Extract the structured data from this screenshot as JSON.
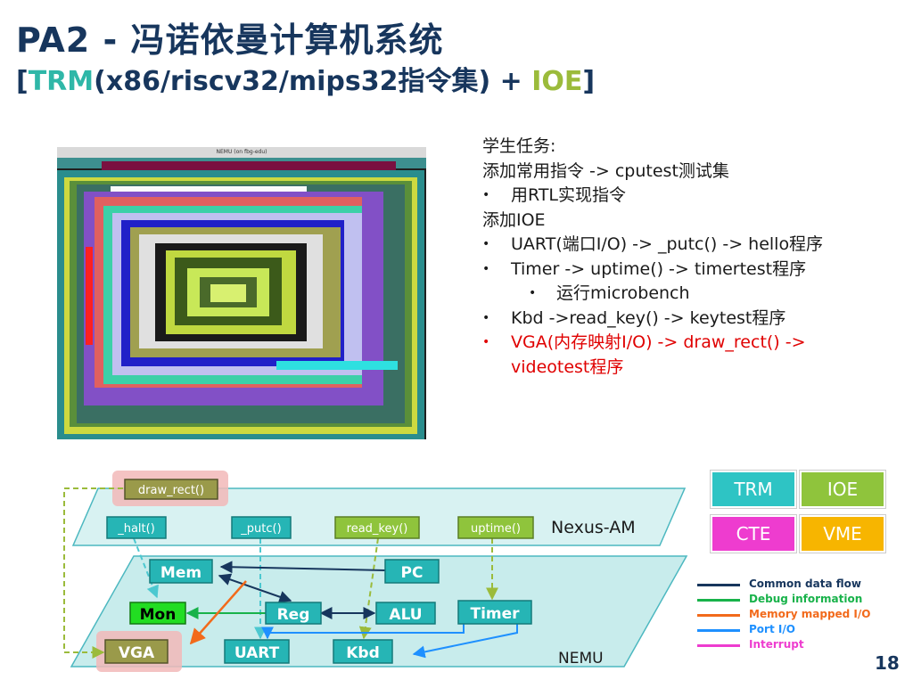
{
  "title": {
    "line1": "PA2 - 冯诺依曼计算机系统",
    "line2_open": "[",
    "line2_trm": "TRM",
    "line2_mid": "(x86/riscv32/mips32指令集) + ",
    "line2_ioe": "IOE",
    "line2_close": "]"
  },
  "screenshot": {
    "window_title": "NEMU (on fbg-edu)"
  },
  "tasks": {
    "heading": "学生任务:",
    "l1": "添加常用指令 -> cputest测试集",
    "l2": "用RTL实现指令",
    "l3": "添加IOE",
    "l4": "UART(端口I/O) -> _putc() -> hello程序",
    "l5": "Timer -> uptime() -> timertest程序",
    "l6": "运行microbench",
    "l7": "Kbd ->read_key() -> keytest程序",
    "l8a": "VGA(内存映射I/O) -> draw_rect() ->",
    "l8b": "videotest程序",
    "bullet": "•"
  },
  "diagram": {
    "nexus_label": "Nexus-AM",
    "nemu_label": "NEMU",
    "am_funcs": {
      "draw_rect": "draw_rect()",
      "halt": "_halt()",
      "putc": "_putc()",
      "read_key": "read_key()",
      "uptime": "uptime()"
    },
    "blocks": {
      "mem": "Mem",
      "pc": "PC",
      "mon": "Mon",
      "reg": "Reg",
      "alu": "ALU",
      "timer": "Timer",
      "vga": "VGA",
      "uart": "UART",
      "kbd": "Kbd"
    }
  },
  "legend": {
    "boxes": [
      {
        "label": "TRM",
        "color": "#2ec4c4"
      },
      {
        "label": "IOE",
        "color": "#8fc43c"
      },
      {
        "label": "CTE",
        "color": "#ee3ccf"
      },
      {
        "label": "VME",
        "color": "#f7b500"
      }
    ],
    "lines": [
      {
        "label": "Common data flow",
        "color": "#17365d"
      },
      {
        "label": "Debug information",
        "color": "#18b24a"
      },
      {
        "label": "Memory mapped I/O",
        "color": "#f26a1b"
      },
      {
        "label": "Port I/O",
        "color": "#1e90ff"
      },
      {
        "label": "Interrupt",
        "color": "#ee3ccf"
      }
    ]
  },
  "page_number": "18"
}
